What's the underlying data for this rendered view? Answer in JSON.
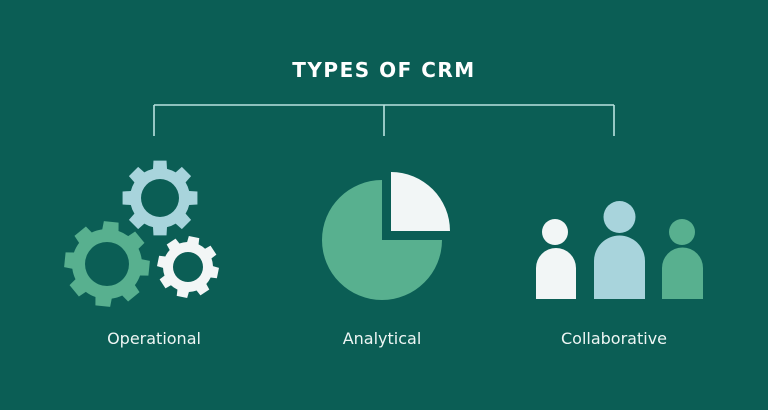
{
  "title": "TYPES OF CRM",
  "colors": {
    "background": "#0b5e55",
    "bracket": "#b9e2e0",
    "green": "#58b08f",
    "light_blue": "#a8d4dc",
    "white": "#f2f6f6"
  },
  "types": [
    {
      "label": "Operational",
      "icon": "gears-icon"
    },
    {
      "label": "Analytical",
      "icon": "pie-chart-icon"
    },
    {
      "label": "Collaborative",
      "icon": "people-icon"
    }
  ]
}
